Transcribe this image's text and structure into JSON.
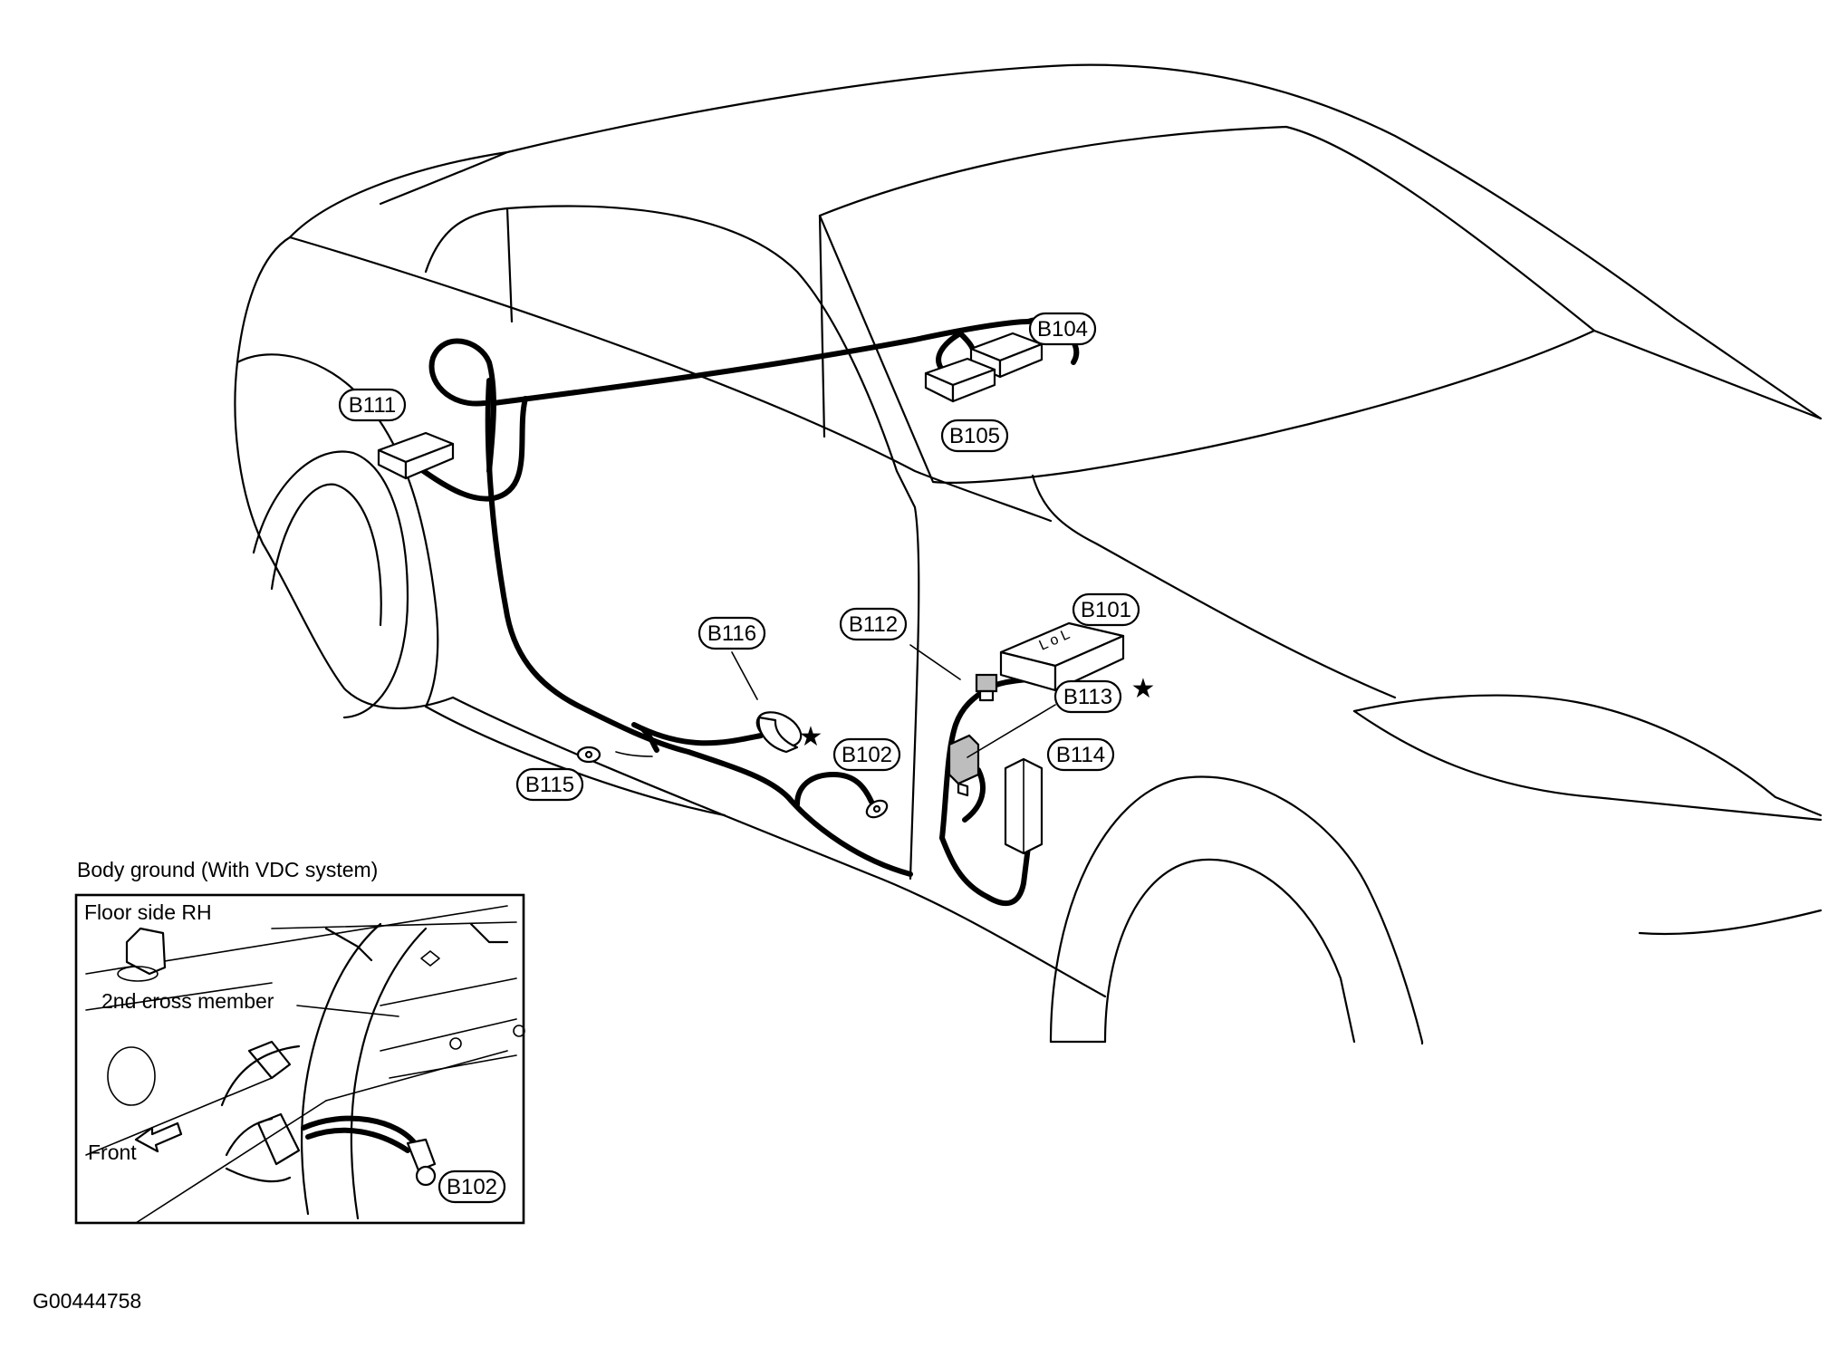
{
  "labels": {
    "b101": "B101",
    "b102": "B102",
    "b104": "B104",
    "b105": "B105",
    "b111": "B111",
    "b112": "B112",
    "b113": "B113",
    "b114": "B114",
    "b115": "B115",
    "b116": "B116"
  },
  "connector_b101_marking": "L o L",
  "inset": {
    "caption": "Body ground (With VDC system)",
    "floor_label": "Floor side RH",
    "cross_member_label": "2nd cross member",
    "front_label": "Front",
    "ground_label": "B102"
  },
  "figure_id": "G00444758"
}
